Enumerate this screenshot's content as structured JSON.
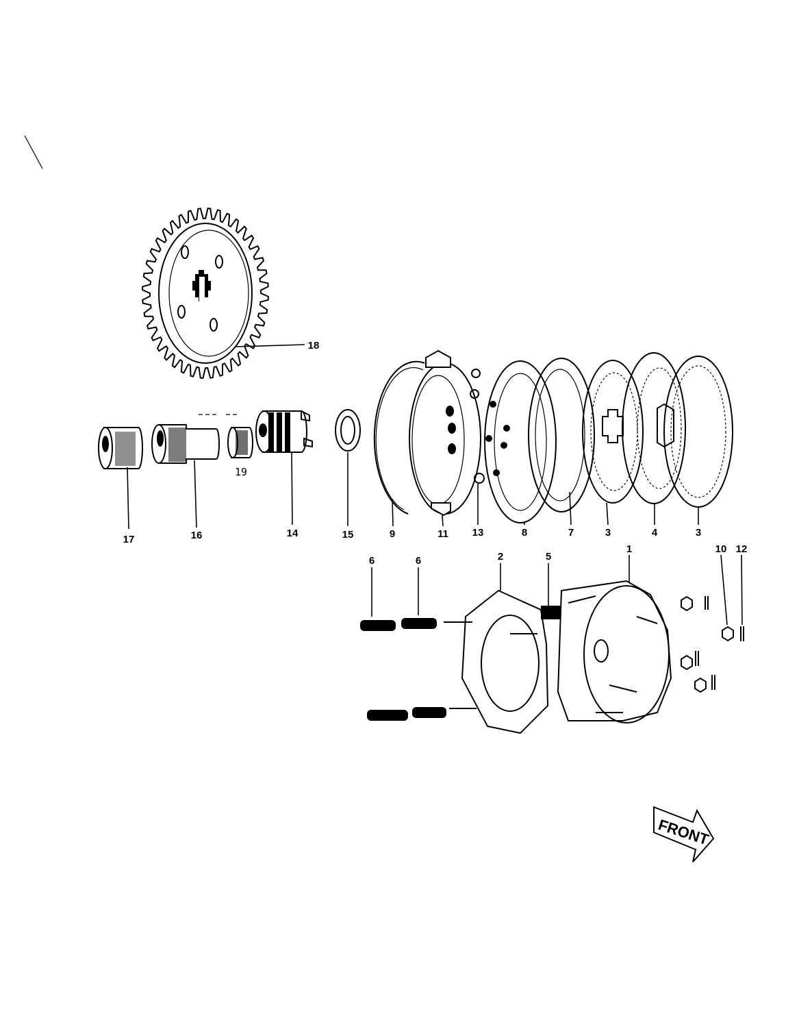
{
  "diagram": {
    "callouts": [
      {
        "id": "18",
        "text": "18"
      },
      {
        "id": "19",
        "text": "19"
      },
      {
        "id": "17",
        "text": "17"
      },
      {
        "id": "16",
        "text": "16"
      },
      {
        "id": "14",
        "text": "14"
      },
      {
        "id": "15",
        "text": "15"
      },
      {
        "id": "9",
        "text": "9"
      },
      {
        "id": "11",
        "text": "11"
      },
      {
        "id": "13",
        "text": "13"
      },
      {
        "id": "8",
        "text": "8"
      },
      {
        "id": "7",
        "text": "7"
      },
      {
        "id": "3a",
        "text": "3"
      },
      {
        "id": "4",
        "text": "4"
      },
      {
        "id": "3b",
        "text": "3"
      },
      {
        "id": "6a",
        "text": "6"
      },
      {
        "id": "6b",
        "text": "6"
      },
      {
        "id": "2",
        "text": "2"
      },
      {
        "id": "5",
        "text": "5"
      },
      {
        "id": "1",
        "text": "1"
      },
      {
        "id": "10",
        "text": "10"
      },
      {
        "id": "12",
        "text": "12"
      }
    ],
    "front_sign": {
      "text": "FRONT"
    }
  }
}
